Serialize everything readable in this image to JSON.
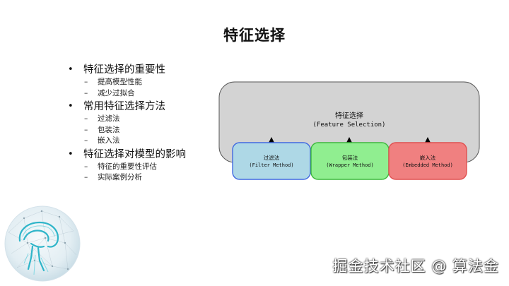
{
  "slide": {
    "title": "特征选择"
  },
  "outline": [
    {
      "label": "特征选择的重要性",
      "children": [
        "提高模型性能",
        "减少过拟合"
      ]
    },
    {
      "label": "常用特征选择方法",
      "children": [
        "过滤法",
        "包装法",
        "嵌入法"
      ]
    },
    {
      "label": "特征选择对模型的影响",
      "children": [
        "特征的重要性评估",
        "实际案例分析"
      ]
    }
  ],
  "diagram": {
    "root": {
      "title": "特征选择",
      "subtitle": "(Feature Selection)",
      "fill": "#d3d3d3"
    },
    "children": [
      {
        "title": "过滤法",
        "subtitle": "(Filter Method)",
        "fill": "#aed8e6",
        "stroke": "#4169e1"
      },
      {
        "title": "包装法",
        "subtitle": "(Wrapper Method)",
        "fill": "#90ee90",
        "stroke": "#3cb83c"
      },
      {
        "title": "嵌入法",
        "subtitle": "(Embedded Method)",
        "fill": "#f08080",
        "stroke": "#e05050"
      }
    ]
  },
  "watermark": {
    "text": "掘金技术社区 @ 算法金"
  }
}
